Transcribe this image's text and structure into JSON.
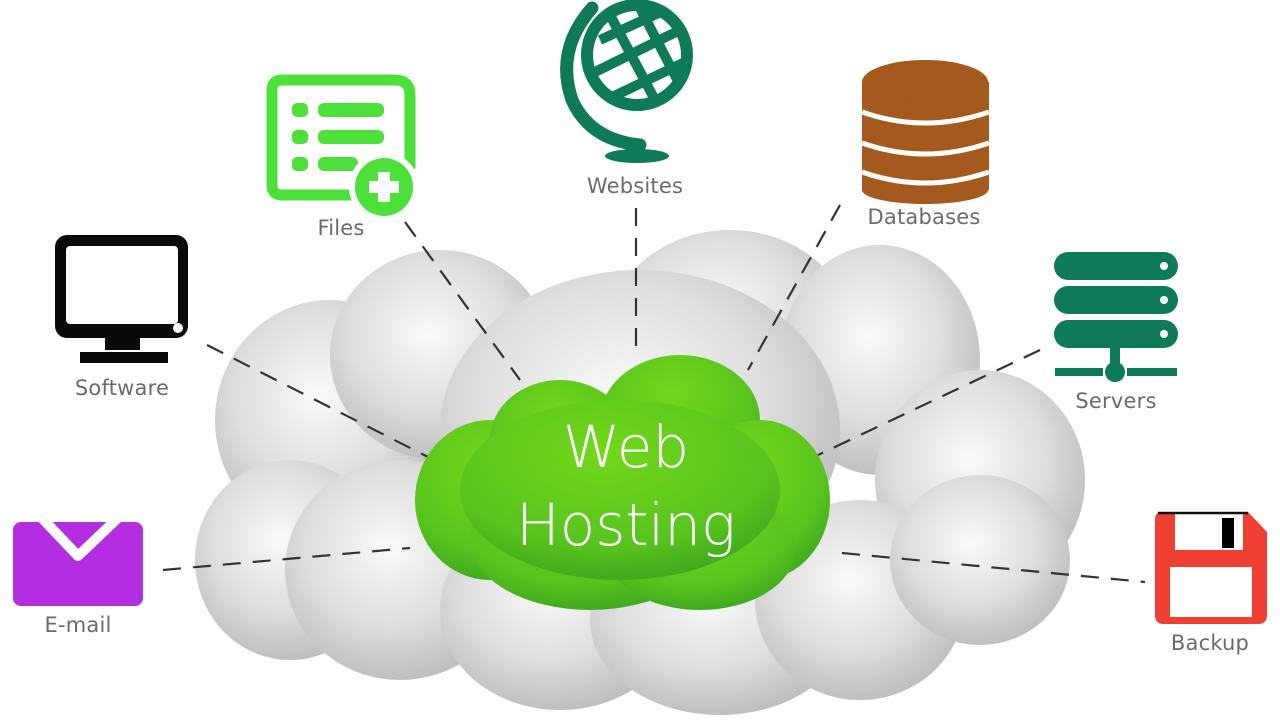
{
  "diagram": {
    "title_line1": "Web",
    "title_line2": "Hosting",
    "center_color": "#5fcc1e",
    "nodes": [
      {
        "id": "files",
        "label": "Files",
        "icon": "file-list-plus-icon",
        "color": "#4ee03a"
      },
      {
        "id": "websites",
        "label": "Websites",
        "icon": "globe-icon",
        "color": "#0f7a5a"
      },
      {
        "id": "databases",
        "label": "Databases",
        "icon": "database-icon",
        "color": "#a35a1c"
      },
      {
        "id": "software",
        "label": "Software",
        "icon": "monitor-icon",
        "color": "#0a0a0a"
      },
      {
        "id": "servers",
        "label": "Servers",
        "icon": "server-icon",
        "color": "#0f7a5a"
      },
      {
        "id": "email",
        "label": "E-mail",
        "icon": "envelope-icon",
        "color": "#b22ee0"
      },
      {
        "id": "backup",
        "label": "Backup",
        "icon": "floppy-disk-icon",
        "color": "#ee3f32"
      }
    ]
  }
}
